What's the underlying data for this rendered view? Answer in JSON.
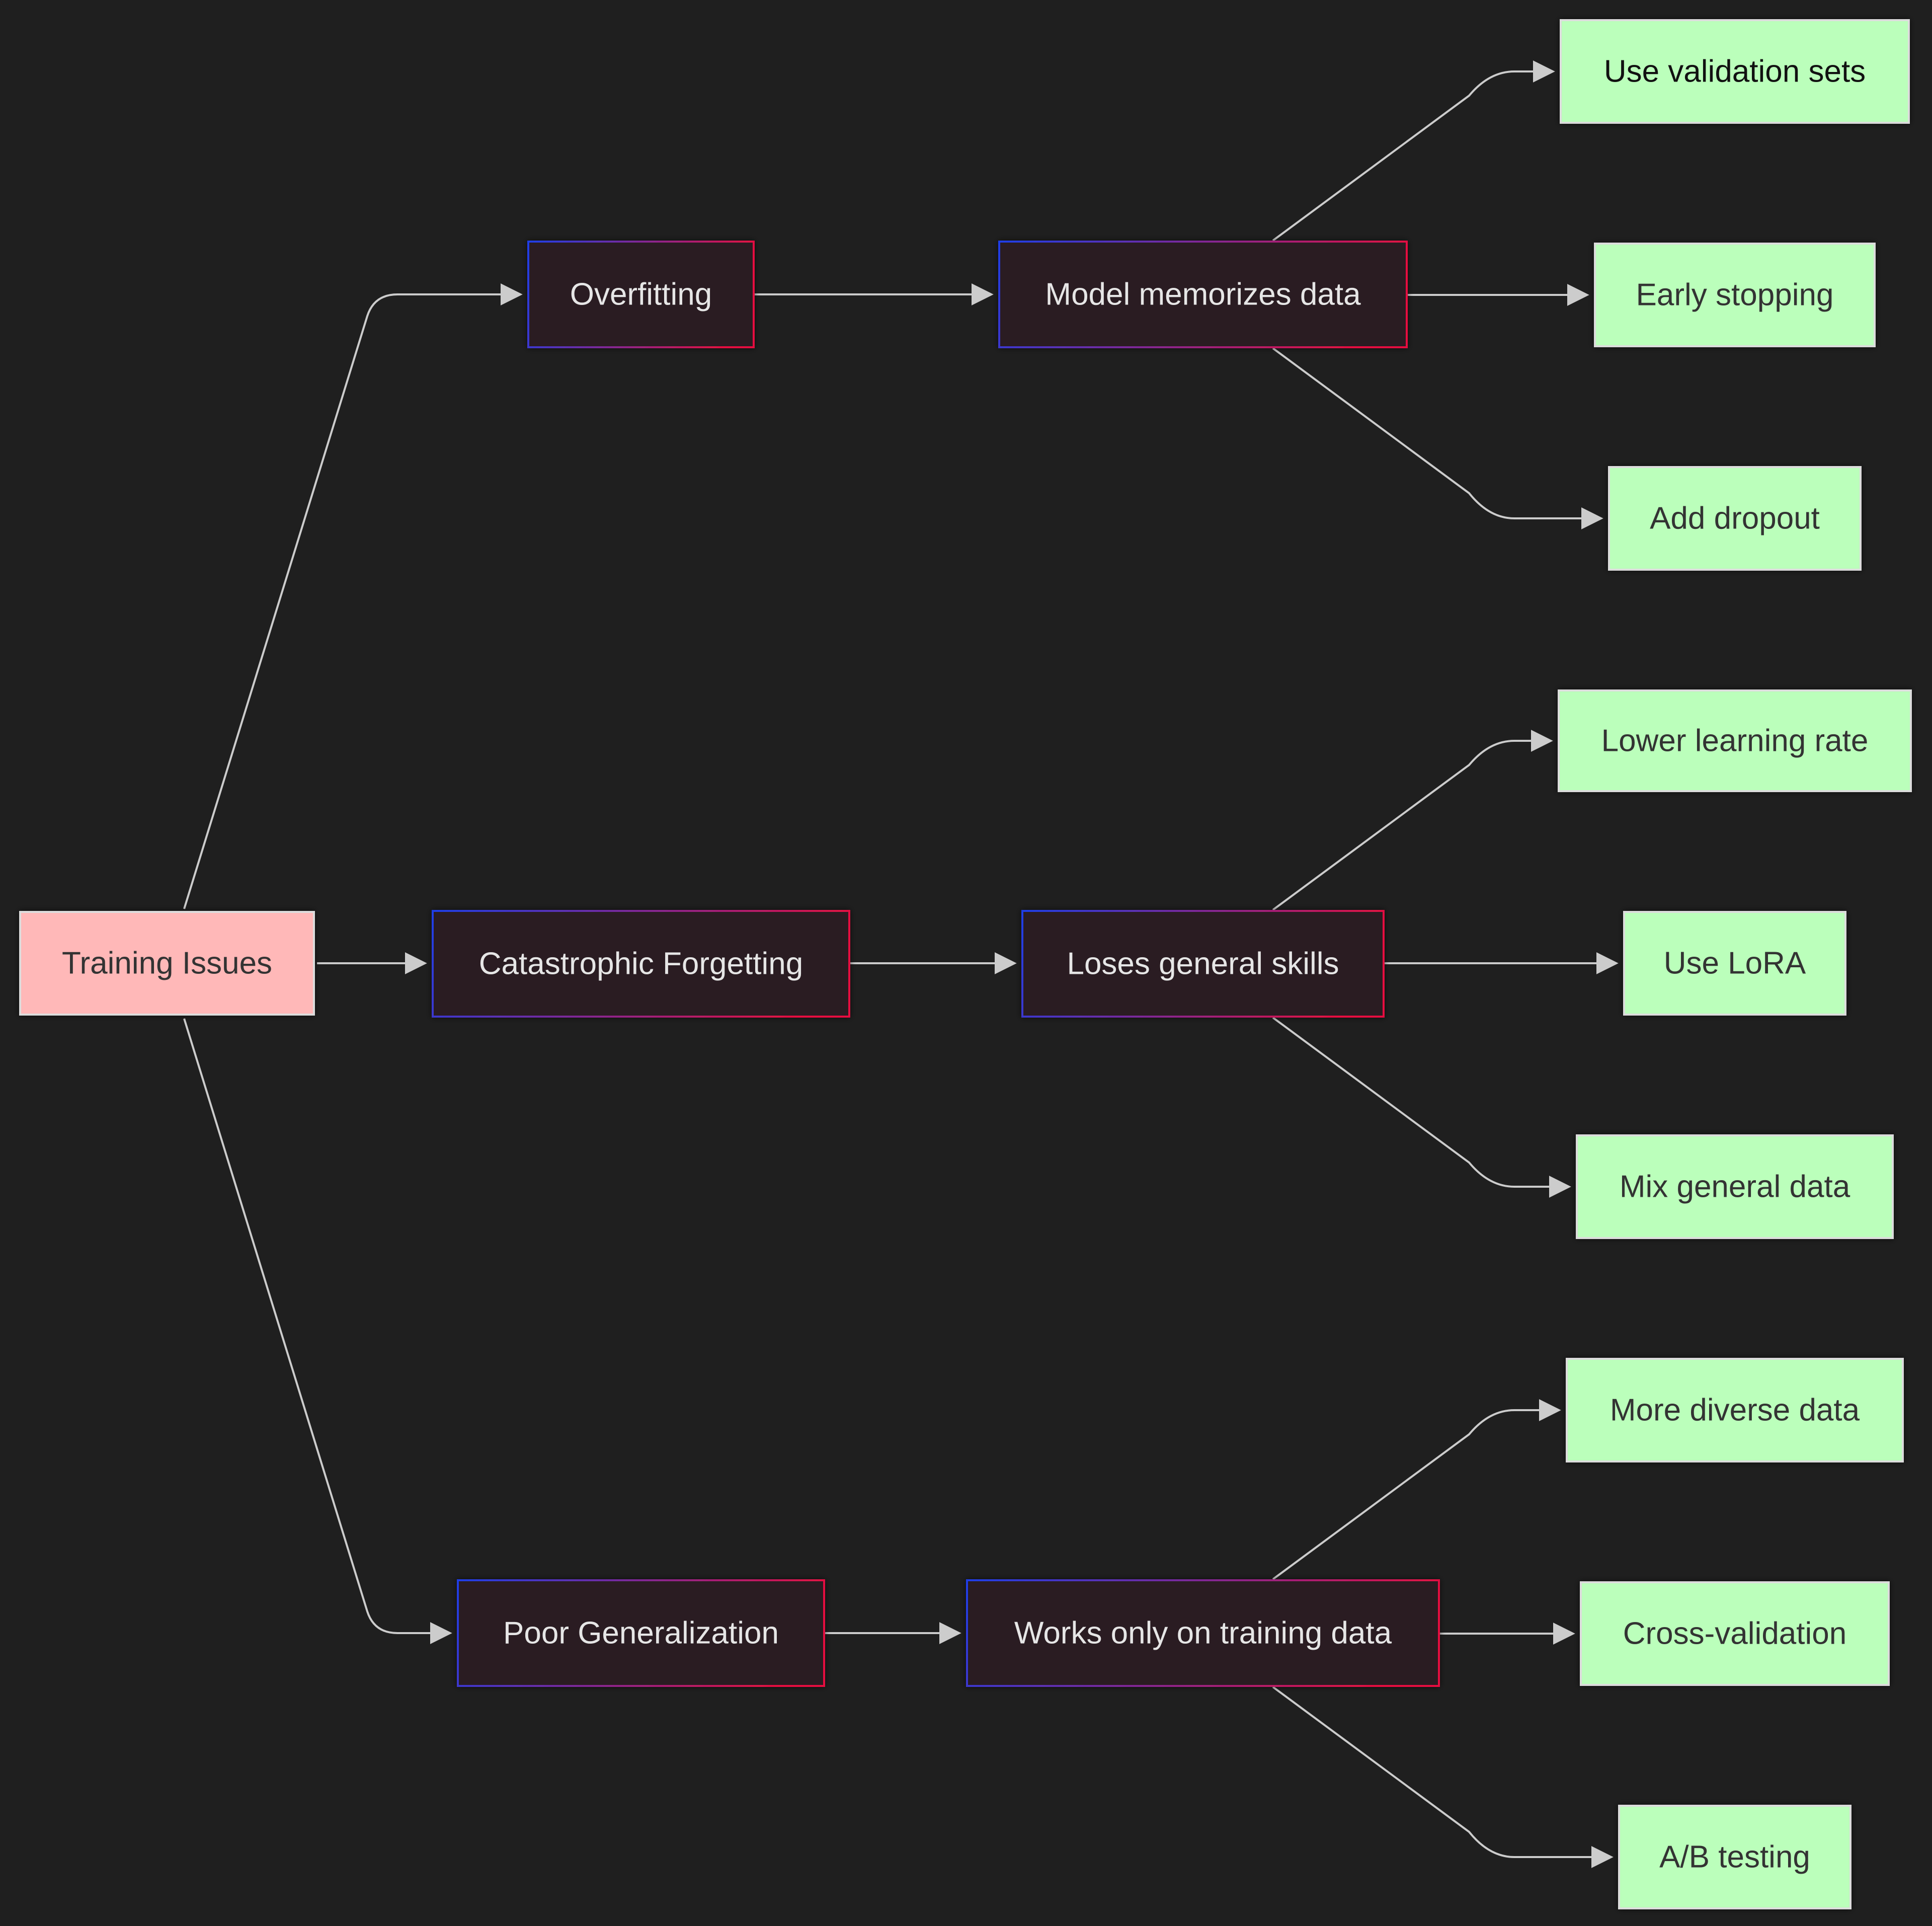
{
  "diagram": {
    "root": "Training Issues",
    "issues": [
      {
        "label": "Overfitting",
        "symptom": "Model memorizes data",
        "fixes": [
          "Use validation sets",
          "Early stopping",
          "Add dropout"
        ]
      },
      {
        "label": "Catastrophic Forgetting",
        "symptom": "Loses general skills",
        "fixes": [
          "Lower learning rate",
          "Use LoRA",
          "Mix general data"
        ]
      },
      {
        "label": "Poor Generalization",
        "symptom": "Works only on training data",
        "fixes": [
          "More diverse data",
          "Cross-validation",
          "A/B testing"
        ]
      }
    ]
  },
  "colors": {
    "background": "#1f1f1f",
    "root_fill": "#ffb8b8",
    "root_text": "#333333",
    "mid_fill": "#2b1e20",
    "mid_text": "#e6e6e6",
    "gradient_start": "#1f3ee6",
    "gradient_end": "#e6103f",
    "fix_fill": "#bbffbb",
    "fix_text": "#333333",
    "edge": "#cccccc"
  }
}
